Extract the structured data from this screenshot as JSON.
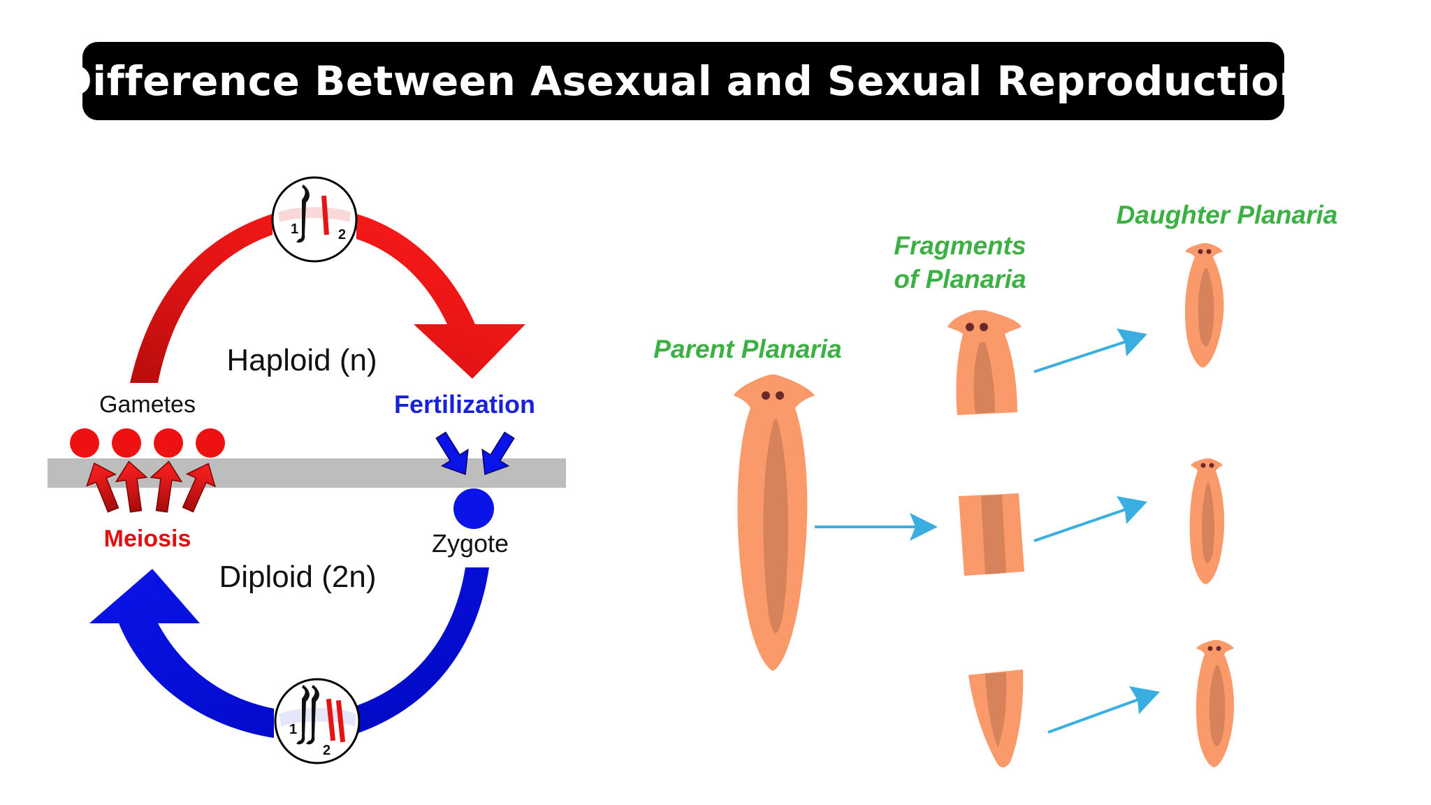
{
  "title": "Difference Between Asexual and Sexual Reproduction",
  "sexual_cycle": {
    "haploid_label": "Haploid (n)",
    "diploid_label": "Diploid (2n)",
    "gametes_label": "Gametes",
    "fertilization_label": "Fertilization",
    "meiosis_label": "Meiosis",
    "zygote_label": "Zygote",
    "haploid_chromosome_labels": [
      "1",
      "2"
    ],
    "diploid_chromosome_labels": [
      "1",
      "2"
    ],
    "colors": {
      "haploid_arrow": "#ee1111",
      "diploid_arrow": "#0a14e8",
      "gamete": "#ee1111",
      "zygote": "#0a14e8",
      "band": "#bdbdbd",
      "meiosis_text": "#e01010",
      "fertilization_text": "#1a22d8"
    }
  },
  "asexual": {
    "parent_label": "Parent Planaria",
    "fragments_label_line1": "Fragments",
    "fragments_label_line2": "of Planaria",
    "daughter_label": "Daughter Planaria",
    "colors": {
      "body": "#fa9a6a",
      "body_inner": "#d6825a",
      "arrow": "#3aaee0",
      "label_green": "#3cb043"
    }
  }
}
